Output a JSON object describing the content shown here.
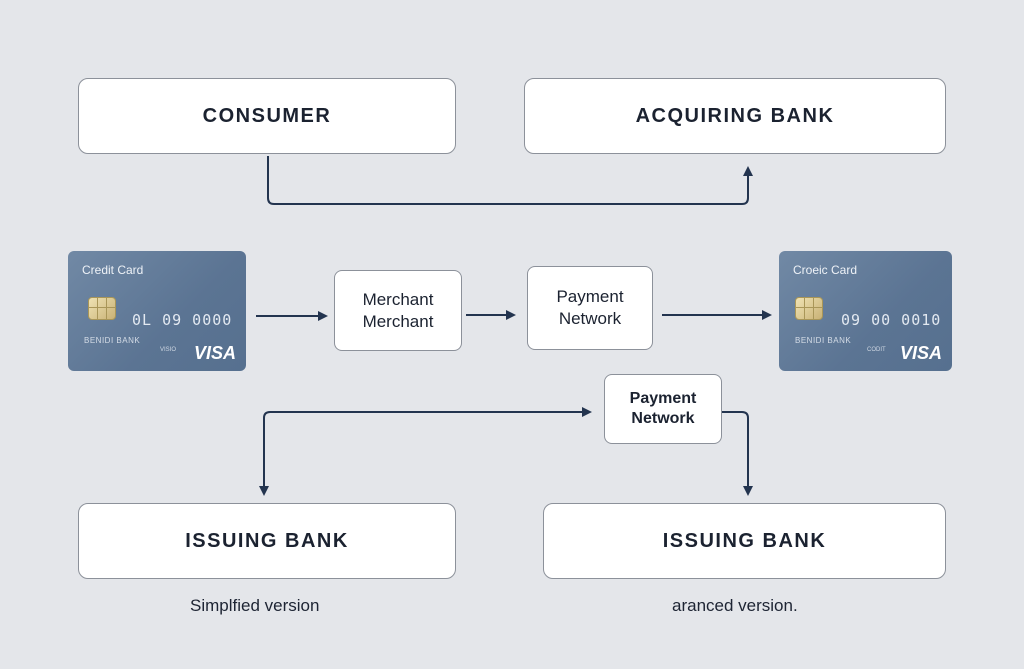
{
  "boxes": {
    "consumer": "CONSUMER",
    "acquiring_bank": "ACQUIRING BANK",
    "issuing_bank_left": "ISSUING BANK",
    "issuing_bank_right": "ISSUING BANK"
  },
  "nodes": {
    "merchant": "Merchant\nMerchant",
    "payment_network_1": "Payment\nNetwork",
    "payment_network_2": "Payment\nNetwork"
  },
  "cards": [
    {
      "title": "Credit Card",
      "number": "0L 09 0000",
      "holder": "BENIDI BANK",
      "small": "VISIO",
      "brand": "VISA"
    },
    {
      "title": "Croeic Card",
      "number": "09 00 0010",
      "holder": "BENIDI BANK",
      "small": "CODIT",
      "brand": "VISA"
    }
  ],
  "captions": {
    "left": "Simplfied version",
    "right": "aranced version."
  },
  "colors": {
    "background": "#e4e6ea",
    "arrow": "#23344f",
    "card": "#5f7896"
  }
}
